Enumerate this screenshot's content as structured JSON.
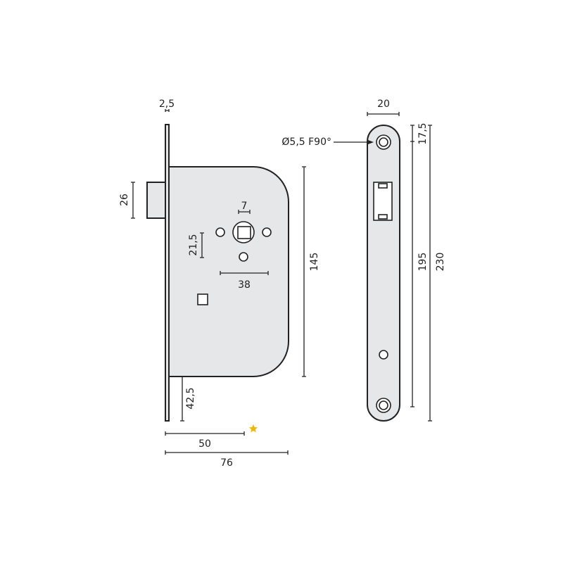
{
  "lock_body": {
    "dimensions": {
      "faceplate_thickness": "2,5",
      "latch_height": "26",
      "spindle_square": "7",
      "spindle_to_keyhole": "21,5",
      "hole_spacing": "38",
      "body_height": "145",
      "bottom_offset": "42,5",
      "backset": "50",
      "body_depth": "76"
    }
  },
  "strike_plate": {
    "screw_note": "Ø5,5 F90°",
    "dimensions": {
      "width": "20",
      "top_hole_offset": "17,5",
      "hole_spacing": "195",
      "total_height": "230"
    }
  },
  "colors": {
    "part_fill": "#e6e7e9",
    "line": "#222222",
    "star": "#f2b705"
  },
  "marker_icon": "star"
}
